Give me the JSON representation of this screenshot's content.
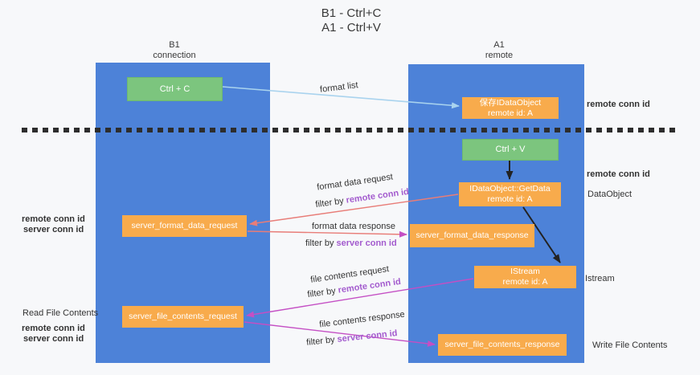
{
  "title": {
    "line1": "B1 - Ctrl+C",
    "line2": "A1 - Ctrl+V"
  },
  "lanes": {
    "left": {
      "title": "B1",
      "subtitle": "connection"
    },
    "right": {
      "title": "A1",
      "subtitle": "remote"
    }
  },
  "nodes": {
    "ctrl_c": {
      "label": "Ctrl + C"
    },
    "ctrl_v": {
      "label": "Ctrl + V"
    },
    "save_dataobject": {
      "line1": "保存IDataObject",
      "line2": "remote id: A"
    },
    "getdata": {
      "line1": "IDataObject::GetData",
      "line2": "remote id: A"
    },
    "istream": {
      "line1": "IStream",
      "line2": "remote id: A"
    },
    "server_format_data_request": {
      "label": "server_format_data_request"
    },
    "server_format_data_response": {
      "label": "server_format_data_response"
    },
    "server_file_contents_request": {
      "label": "server_file_contents_request"
    },
    "server_file_contents_response": {
      "label": "server_file_contents_response"
    }
  },
  "edge_labels": {
    "format_list": "format list",
    "format_data_request": "format data request",
    "format_data_response": "format data response",
    "file_contents_request": "file contents request",
    "file_contents_response": "file contents response",
    "filter_prefix": "filter by ",
    "remote_conn_id": "remote conn id",
    "server_conn_id": "server conn id"
  },
  "side_labels": {
    "right_remote_conn_id_top": "remote conn id",
    "right_remote_conn_id_mid": "remote conn id",
    "dataobject": "DataObject",
    "istream": "Istream",
    "write_file_contents": "Write File Contents",
    "read_file_contents": "Read File Contents",
    "left_remote_conn_id_1": "remote conn id",
    "left_server_conn_id_1": "server conn id",
    "left_remote_conn_id_2": "remote conn id",
    "left_server_conn_id_2": "server conn id"
  },
  "colors": {
    "lane_blue": "#4d82d8",
    "node_green": "#7cc57e",
    "node_orange": "#f8ab4c",
    "purple_label": "#a35bce",
    "green_label": "#6cc47a",
    "arrow_light_blue": "#a9d3ee",
    "arrow_salmon": "#e87d78",
    "arrow_magenta": "#c44fc4",
    "arrow_black": "#222222",
    "dashed_divider": "#2d2d2d"
  }
}
